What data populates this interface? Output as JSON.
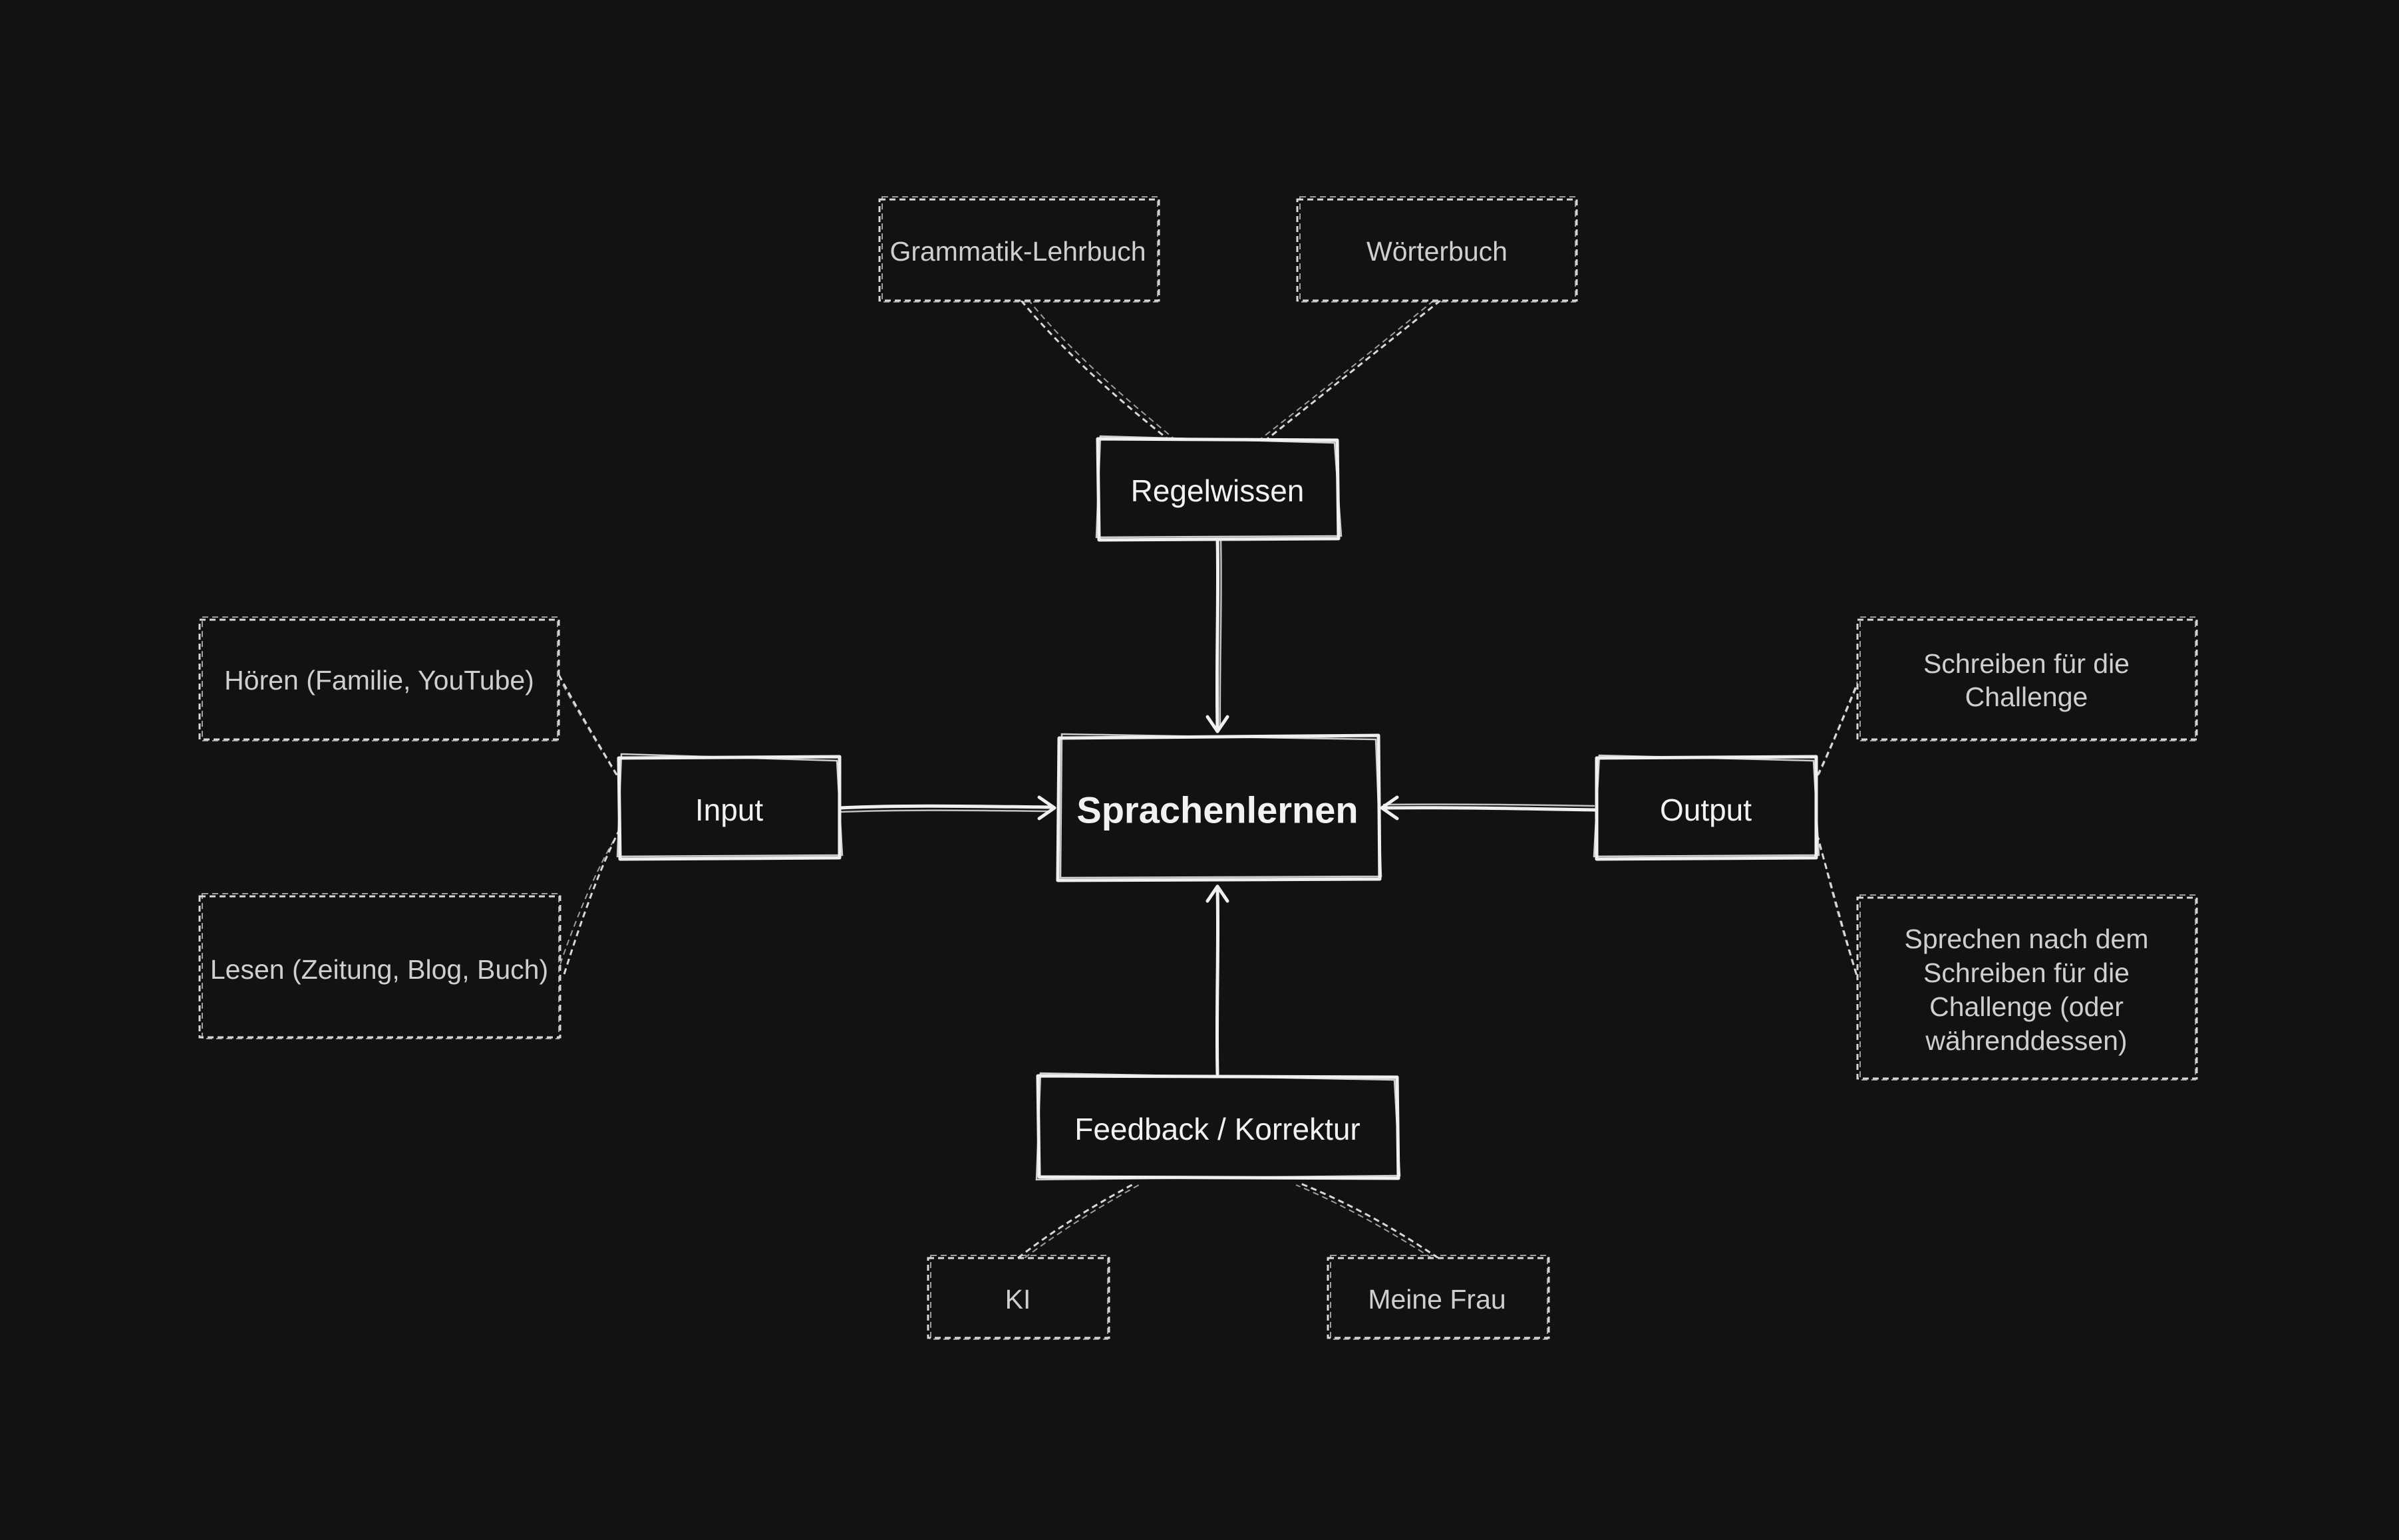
{
  "center": {
    "label": "Sprachenlernen"
  },
  "nodes": {
    "regelwissen": {
      "label": "Regelwissen"
    },
    "input": {
      "label": "Input"
    },
    "output": {
      "label": "Output"
    },
    "feedback": {
      "label": "Feedback / Korrektur"
    }
  },
  "details": {
    "grammatik": {
      "lines": [
        "Grammatik-Lehrbuch"
      ]
    },
    "woerterbuch": {
      "lines": [
        "Wörterbuch"
      ]
    },
    "hoeren": {
      "lines": [
        "Hören (Familie, YouTube)"
      ]
    },
    "lesen": {
      "lines": [
        "Lesen (Zeitung, Blog, Buch)"
      ]
    },
    "schreiben": {
      "lines": [
        "Schreiben für die",
        "Challenge"
      ]
    },
    "sprechen": {
      "lines": [
        "Sprechen nach dem",
        "Schreiben für die",
        "Challenge (oder",
        "währenddessen)"
      ]
    },
    "ki": {
      "lines": [
        "KI"
      ]
    },
    "frau": {
      "lines": [
        "Meine Frau"
      ]
    }
  },
  "colors": {
    "background": "#121212",
    "stroke": "#f0f0f0",
    "dashed_stroke": "#d8d8d8",
    "text": "#f2f2f2",
    "dashed_text": "#cfcfcf"
  }
}
